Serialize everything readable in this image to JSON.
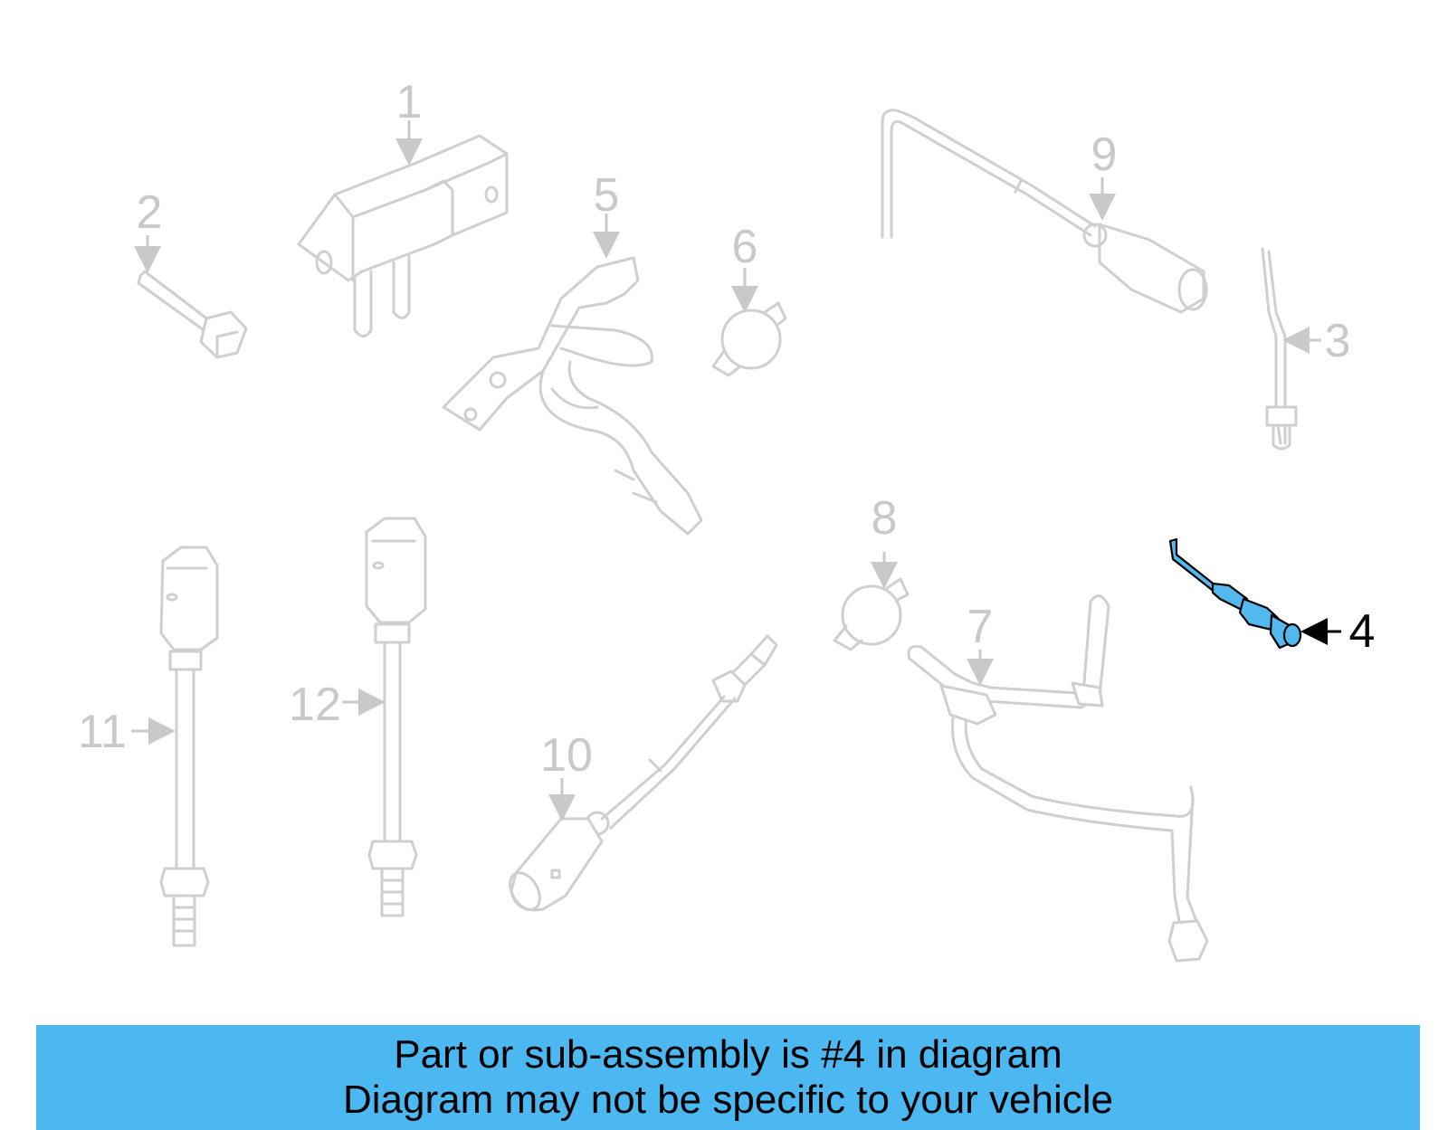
{
  "callouts": {
    "c1": "1",
    "c2": "2",
    "c3": "3",
    "c4": "4",
    "c5": "5",
    "c6": "6",
    "c7": "7",
    "c8": "8",
    "c9": "9",
    "c10": "10",
    "c11": "11",
    "c12": "12"
  },
  "highlighted_part": "4",
  "colors": {
    "banner": "#4cb8f2",
    "highlight": "#52b8ee",
    "faded": "#cfcfcf"
  },
  "banner": {
    "line1": "Part or sub-assembly is #4 in diagram",
    "line2": "Diagram may not be specific to your vehicle"
  }
}
